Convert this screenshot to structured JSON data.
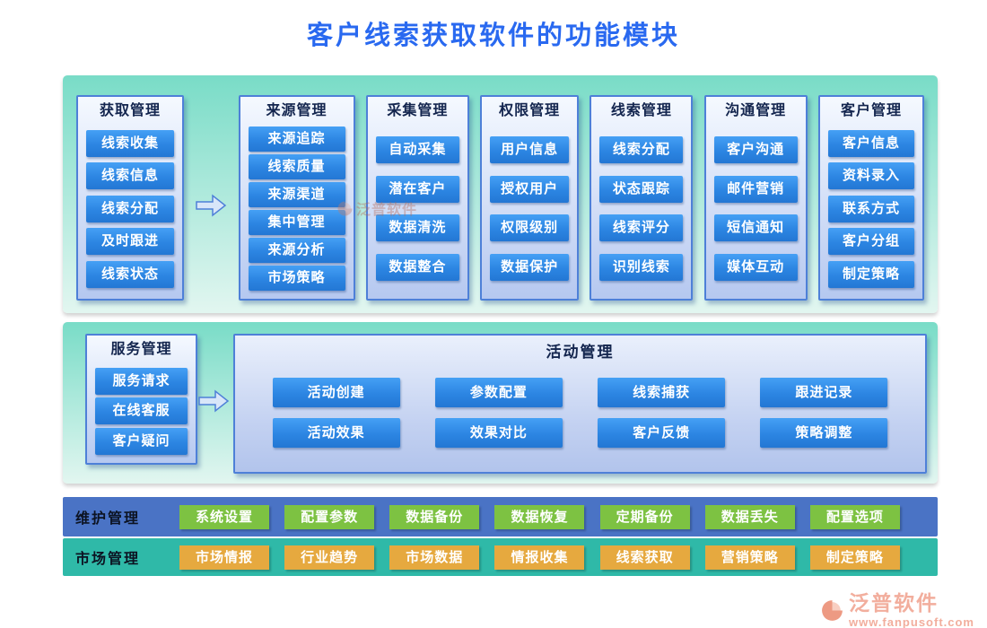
{
  "title": "客户线索获取软件的功能模块",
  "modules": {
    "columns": [
      {
        "title": "获取管理",
        "items": [
          "线索收集",
          "线索信息",
          "线索分配",
          "及时跟进",
          "线索状态"
        ]
      },
      {
        "title": "来源管理",
        "items": [
          "来源追踪",
          "线索质量",
          "来源渠道",
          "集中管理",
          "来源分析",
          "市场策略"
        ]
      },
      {
        "title": "采集管理",
        "items": [
          "自动采集",
          "潜在客户",
          "数据清洗",
          "数据整合"
        ]
      },
      {
        "title": "权限管理",
        "items": [
          "用户信息",
          "授权用户",
          "权限级别",
          "数据保护"
        ]
      },
      {
        "title": "线索管理",
        "items": [
          "线索分配",
          "状态跟踪",
          "线索评分",
          "识别线索"
        ]
      },
      {
        "title": "沟通管理",
        "items": [
          "客户沟通",
          "邮件营销",
          "短信通知",
          "媒体互动"
        ]
      },
      {
        "title": "客户管理",
        "items": [
          "客户信息",
          "资料录入",
          "联系方式",
          "客户分组",
          "制定策略"
        ]
      }
    ]
  },
  "service": {
    "title": "服务管理",
    "items": [
      "服务请求",
      "在线客服",
      "客户疑问"
    ]
  },
  "activity": {
    "title": "活动管理",
    "rows": [
      [
        "活动创建",
        "参数配置",
        "线索捕获",
        "跟进记录"
      ],
      [
        "活动效果",
        "效果对比",
        "客户反馈",
        "策略调整"
      ]
    ]
  },
  "maintenance": {
    "label": "维护管理",
    "items": [
      "系统设置",
      "配置参数",
      "数据备份",
      "数据恢复",
      "定期备份",
      "数据丢失",
      "配置选项"
    ]
  },
  "market": {
    "label": "市场管理",
    "items": [
      "市场情报",
      "行业趋势",
      "市场数据",
      "情报收集",
      "线索获取",
      "营销策略",
      "制定策略"
    ]
  },
  "brand": {
    "name": "泛普软件",
    "url": "www.fanpusoft.com"
  },
  "colors": {
    "title_blue": "#2969f0",
    "module_button_blue": "#2c85e2",
    "panel_border_blue": "#4e80d8",
    "band_teal": "#79dcc7",
    "maintenance_bar_blue": "#4a73c5",
    "market_bar_teal": "#2fb9a8",
    "maintenance_button_green": "#7dc242",
    "market_button_orange": "#e6a93f",
    "logo_salmon": "#f2ae9d"
  }
}
